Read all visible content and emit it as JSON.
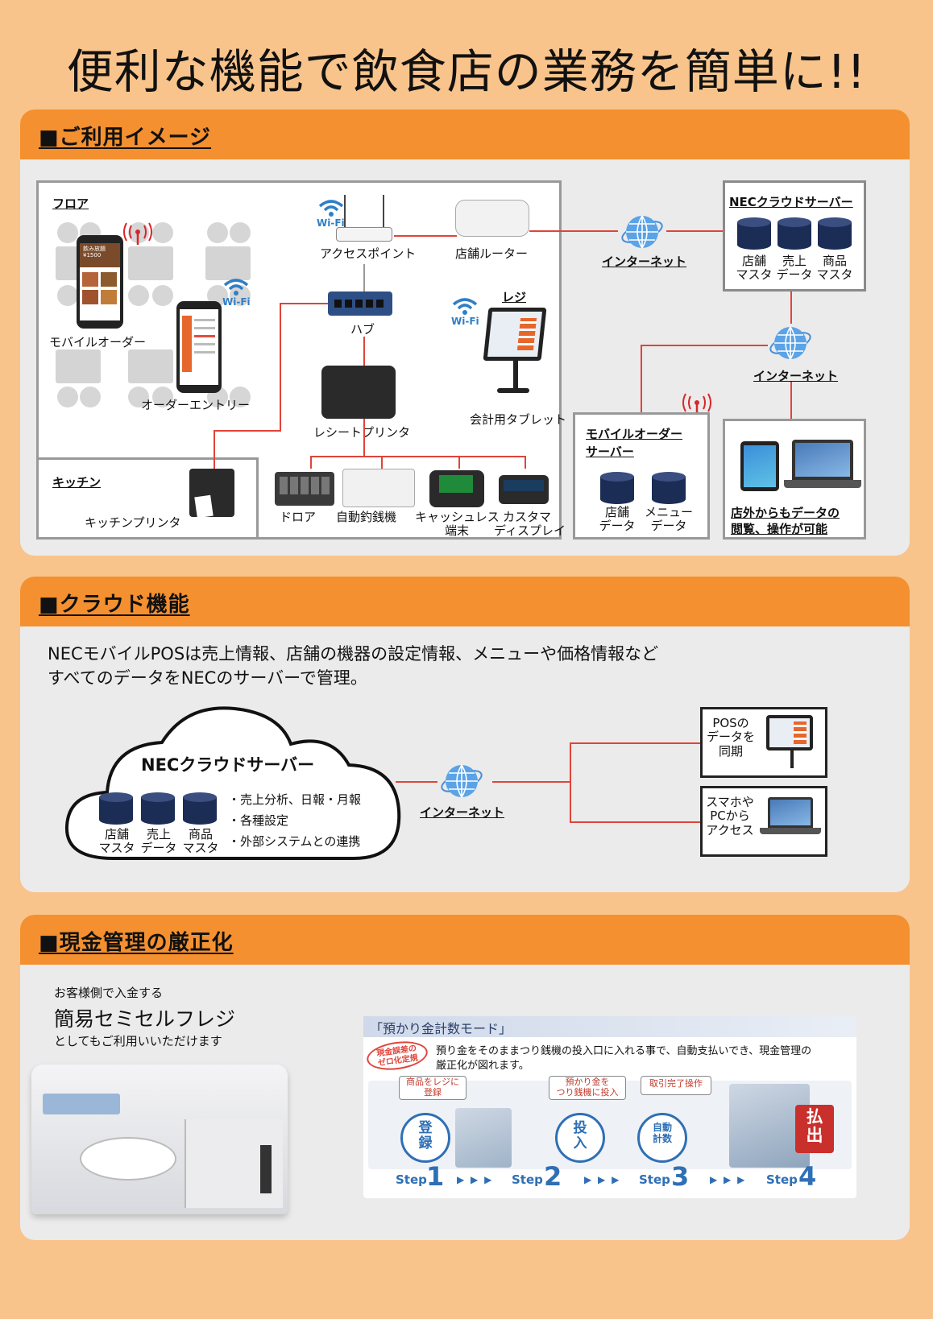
{
  "page_title": "便利な機能で飲食店の業務を簡単に!!",
  "section1": {
    "heading": "■ご利用イメージ",
    "floor": {
      "label": "フロア",
      "mobile_order": "モバイルオーダー",
      "order_entry": "オーダーエントリー"
    },
    "wifi_text": "Wi-Fi",
    "access_point": "アクセスポイント",
    "router": "店舗ルーター",
    "hub": "ハブ",
    "register": "レジ",
    "tablet": "会計用タブレット",
    "receipt_printer": "レシートプリンタ",
    "kitchen": {
      "label": "キッチン",
      "printer": "キッチンプリンタ"
    },
    "devices": [
      "ドロア",
      "自動釣銭機",
      "キャッシュレス\n端末",
      "カスタマ\nディスプレイ"
    ],
    "internet": "インターネット",
    "cloud_server": {
      "title": "NECクラウドサーバー",
      "dbs": [
        "店舗\nマスタ",
        "売上\nデータ",
        "商品\nマスタ"
      ]
    },
    "mobile_order_server": {
      "title_line1": "モバイルオーダー",
      "title_line2": "サーバー",
      "dbs": [
        "店舗\nデータ",
        "メニュー\nデータ"
      ]
    },
    "remote": {
      "line1": "店外からもデータの",
      "line2": "閲覧、操作が可能"
    },
    "menu_banner": "飲み放題\n¥1500"
  },
  "section2": {
    "heading": "■クラウド機能",
    "text_line1": "NECモバイルPOSは売上情報、店舗の機器の設定情報、メニューや価格情報など",
    "text_line2": "すべてのデータをNECのサーバーで管理。",
    "cloud_title": "NECクラウドサーバー",
    "dbs": [
      "店舗\nマスタ",
      "売上\nデータ",
      "商品\nマスタ"
    ],
    "features": [
      "・売上分析、日報・月報",
      "・各種設定",
      "・外部システムとの連携"
    ],
    "internet": "インターネット",
    "box1": "POSの\nデータを\n同期",
    "box2": "スマホや\nPCから\nアクセス"
  },
  "section3": {
    "heading": "■現金管理の厳正化",
    "sub1": "お客様側で入金する",
    "sub2": "簡易セミセルフレジ",
    "sub3": "としてもご利用いいただけます",
    "mode_title": "「預かり金計数モード」",
    "badge": "現金誤差の\nゼロ化定規",
    "desc_line1": "預り金をそのままつり銭機の投入口に入れる事で、自動支払いでき、現金管理の",
    "desc_line2": "厳正化が図れます。",
    "steps": [
      {
        "caption": "商品をレジに\n登録",
        "circle": "登\n録",
        "step_word": "Step",
        "num": "1"
      },
      {
        "caption": "預かり金を\nつり銭機に投入",
        "circle": "投\n入",
        "step_word": "Step",
        "num": "2"
      },
      {
        "caption": "取引完了操作",
        "circle": "自動\n計数",
        "step_word": "Step",
        "num": "3"
      },
      {
        "caption": "",
        "circle": "払\n出",
        "step_word": "Step",
        "num": "4"
      }
    ],
    "arrows": "▶ ▶ ▶"
  },
  "colors": {
    "accent": "#f4902f",
    "background": "#f8c48c",
    "line_red": "#e0443a",
    "db_navy": "#1b2c55"
  }
}
